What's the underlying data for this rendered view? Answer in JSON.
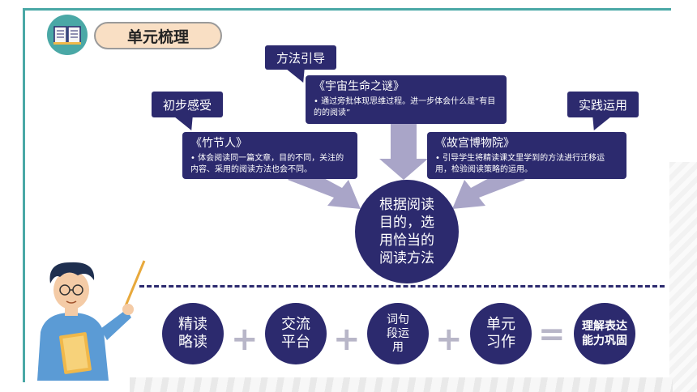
{
  "header": {
    "title": "单元梳理",
    "icon": "book-icon"
  },
  "colors": {
    "primary": "#2c2a6e",
    "teal": "#4aa8a6",
    "pill": "#f9dfc4",
    "arrow": "#a9a5c8",
    "operator": "#b8b6c8"
  },
  "callouts": {
    "method_guide": "方法引导",
    "first_feel": "初步感受",
    "practice": "实践运用"
  },
  "cards": {
    "yuzhou": {
      "title": "《宇宙生命之谜》",
      "desc": "• 通过旁批体现思维过程。进一步体会什么是“有目的的阅读”"
    },
    "zhujie": {
      "title": "《竹节人》",
      "desc": "• 体会阅读同一篇文章，目的不同，关注的内容、采用的阅读方法也会不同。"
    },
    "gugong": {
      "title": "《故宫博物院》",
      "desc": "• 引导学生将精读课文里学到的方法进行迁移运用，检验阅读策略的运用。"
    }
  },
  "center": {
    "lines": [
      "根据阅读",
      "目的，选",
      "用恰当的",
      "阅读方法"
    ]
  },
  "equation": {
    "items": [
      {
        "lines": [
          "精读",
          "略读"
        ]
      },
      {
        "lines": [
          "交流",
          "平台"
        ]
      },
      {
        "lines": [
          "词句",
          "段运",
          "用"
        ]
      },
      {
        "lines": [
          "单元",
          "习作"
        ]
      }
    ],
    "plus": "+",
    "equals": "=",
    "result": {
      "lines": [
        "理解表达",
        "能力巩固"
      ]
    }
  }
}
